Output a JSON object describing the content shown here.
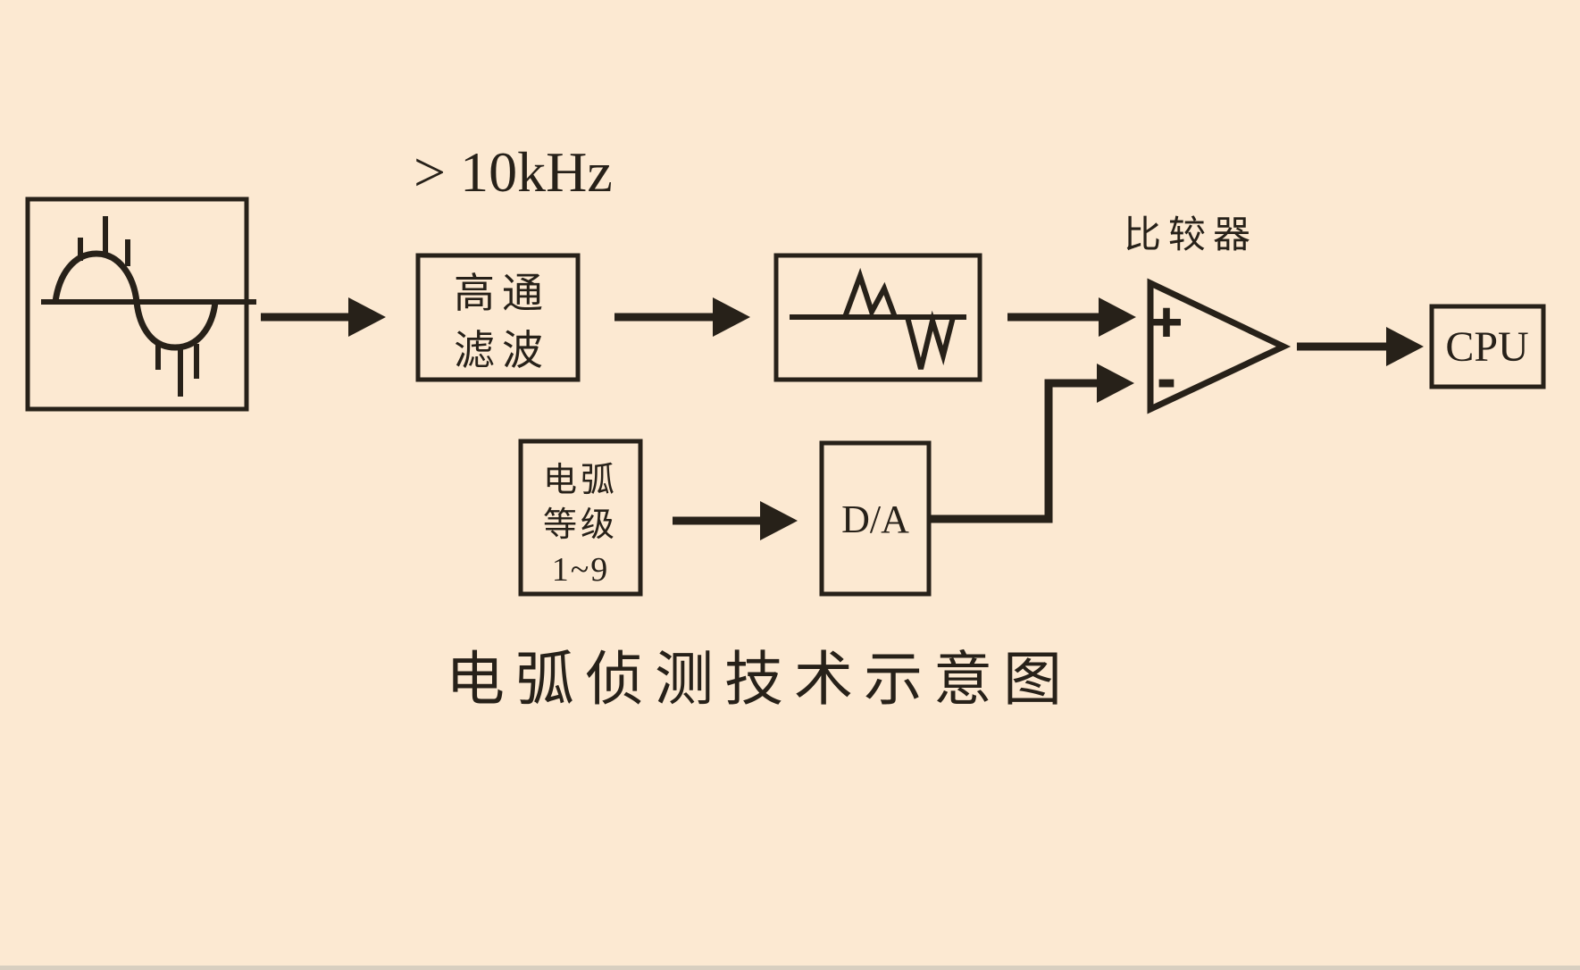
{
  "page": {
    "background": "#fce9d2",
    "ink": "#272119",
    "bottom_edge_color": "#d8cfc0"
  },
  "annotations": {
    "frequency_label": "> 10kHz",
    "comparator_label": "比较器",
    "caption": "电弧侦测技术示意图"
  },
  "blocks": {
    "input_signal": {
      "icon": "arc-noise-sine-wave-icon"
    },
    "high_pass_filter": {
      "line1": "高通",
      "line2": "滤波"
    },
    "filtered_signal": {
      "icon": "filtered-spike-waveform-icon"
    },
    "arc_level": {
      "line1": "电弧",
      "line2": "等级",
      "line3": "1~9"
    },
    "dac": {
      "label": "D/A"
    },
    "comparator": {
      "plus": "+",
      "minus": "-"
    },
    "cpu": {
      "label": "CPU"
    }
  }
}
